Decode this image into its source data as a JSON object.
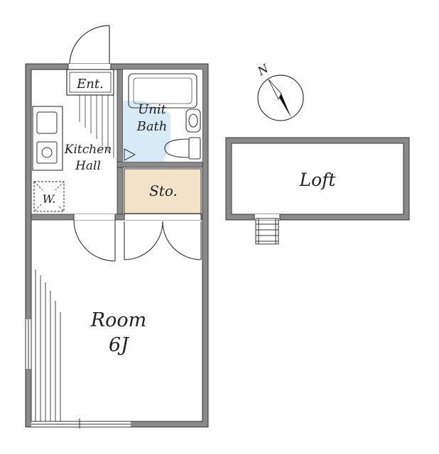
{
  "floorplan": {
    "labels": {
      "entrance": "Ent.",
      "unit_bath_line1": "Unit",
      "unit_bath_line2": "Bath",
      "kitchen_line1": "Kitchen",
      "kitchen_line2": "Hall",
      "washer": "W.",
      "storage": "Sto.",
      "room_line1": "Room",
      "room_line2": "6J",
      "loft": "Loft",
      "north": "N"
    },
    "colors": {
      "wall": "#8a8a8a",
      "wall_edge": "#333333",
      "bath_fill": "#d7eaf6",
      "storage_fill": "#f2e2c8",
      "line": "#333333"
    },
    "icons": [
      "compass-icon",
      "door-swing-icon",
      "toilet-icon",
      "bathtub-icon",
      "sink-icon",
      "stove-icon",
      "ladder-icon",
      "washer-icon"
    ]
  }
}
